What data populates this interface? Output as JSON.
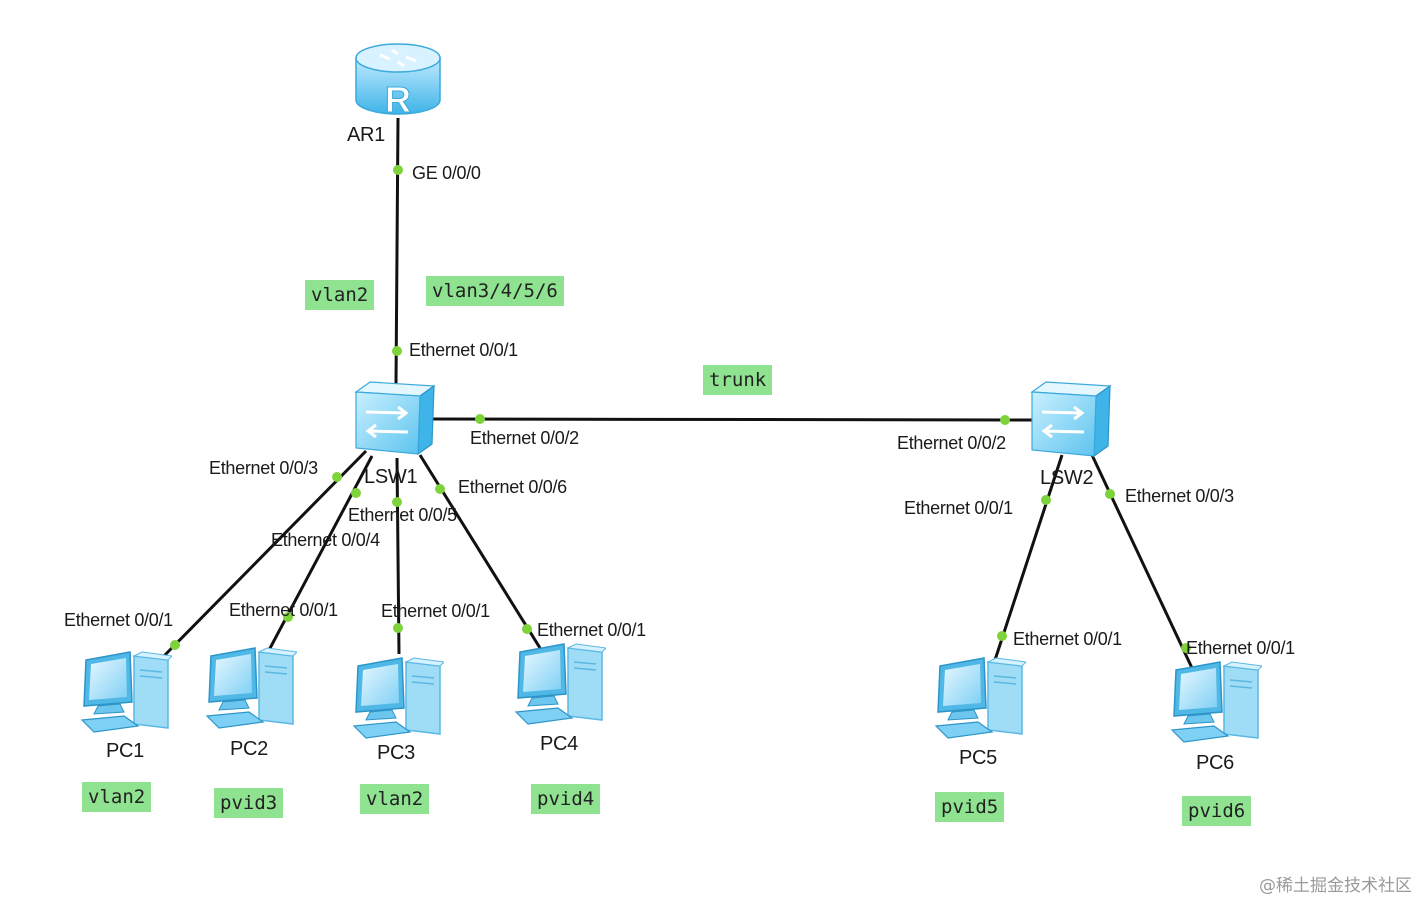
{
  "devices": {
    "ar1": "AR1",
    "lsw1": "LSW1",
    "lsw2": "LSW2",
    "pc1": "PC1",
    "pc2": "PC2",
    "pc3": "PC3",
    "pc4": "PC4",
    "pc5": "PC5",
    "pc6": "PC6"
  },
  "ports": {
    "ar1_ge": "GE 0/0/0",
    "lsw1_e1": "Ethernet 0/0/1",
    "lsw1_e2": "Ethernet 0/0/2",
    "lsw1_e3": "Ethernet 0/0/3",
    "lsw1_e4": "Ethernet 0/0/4",
    "lsw1_e5": "Ethernet 0/0/5",
    "lsw1_e6": "Ethernet 0/0/6",
    "lsw2_e2": "Ethernet 0/0/2",
    "lsw2_e1": "Ethernet 0/0/1",
    "lsw2_e3": "Ethernet 0/0/3",
    "pc1_e1": "Ethernet 0/0/1",
    "pc2_e1": "Ethernet 0/0/1",
    "pc3_e1": "Ethernet 0/0/1",
    "pc4_e1": "Ethernet 0/0/1",
    "pc5_e1": "Ethernet 0/0/1",
    "pc6_e1": "Ethernet 0/0/1"
  },
  "tags": {
    "uplink_vlan": "vlan2",
    "uplink_vlans": "vlan3/4/5/6",
    "trunk": "trunk",
    "pc1": "vlan2",
    "pc2": "pvid3",
    "pc3": "vlan2",
    "pc4": "pvid4",
    "pc5": "pvid5",
    "pc6": "pvid6"
  },
  "watermark": "@稀土掘金技术社区",
  "colors": {
    "link": "#111111",
    "port_dot": "#7ed23a",
    "tag_bg": "#8fe28f",
    "device_blue": "#6cc8ef"
  },
  "icons": {
    "router": "router-icon",
    "switch": "switch-icon",
    "pc": "pc-icon"
  }
}
